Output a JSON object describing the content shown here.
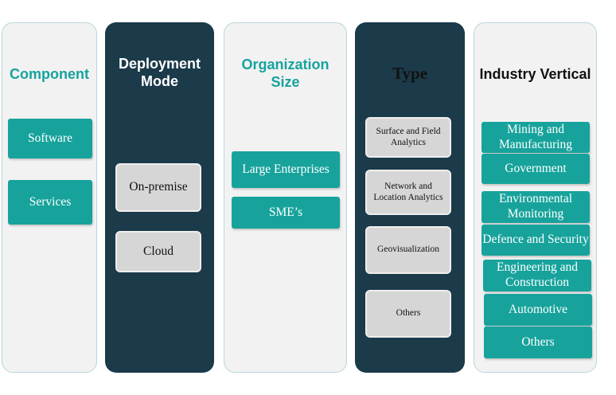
{
  "columns": [
    {
      "title": "Component",
      "items": [
        "Software",
        "Services"
      ]
    },
    {
      "title": "Deployment Mode",
      "items": [
        "On-premise",
        "Cloud"
      ]
    },
    {
      "title": "Organization Size",
      "items": [
        "Large Enterprises",
        "SME’s"
      ]
    },
    {
      "title": "Type",
      "items": [
        "Surface and Field Analytics",
        "Network and Location Analytics",
        "Geovisualization",
        "Others"
      ]
    },
    {
      "title": "Industry Vertical",
      "items": [
        "Mining and Manufacturing",
        "Government",
        "Environmental Monitoring",
        "Defence and Security",
        "Engineering and Construction",
        "Automotive",
        "Others"
      ]
    }
  ],
  "colors": {
    "teal": "#17a39c",
    "dark_panel": "#1b3a4a",
    "light_panel": "#f2f2f2",
    "grey_box": "#d6d6d6"
  }
}
